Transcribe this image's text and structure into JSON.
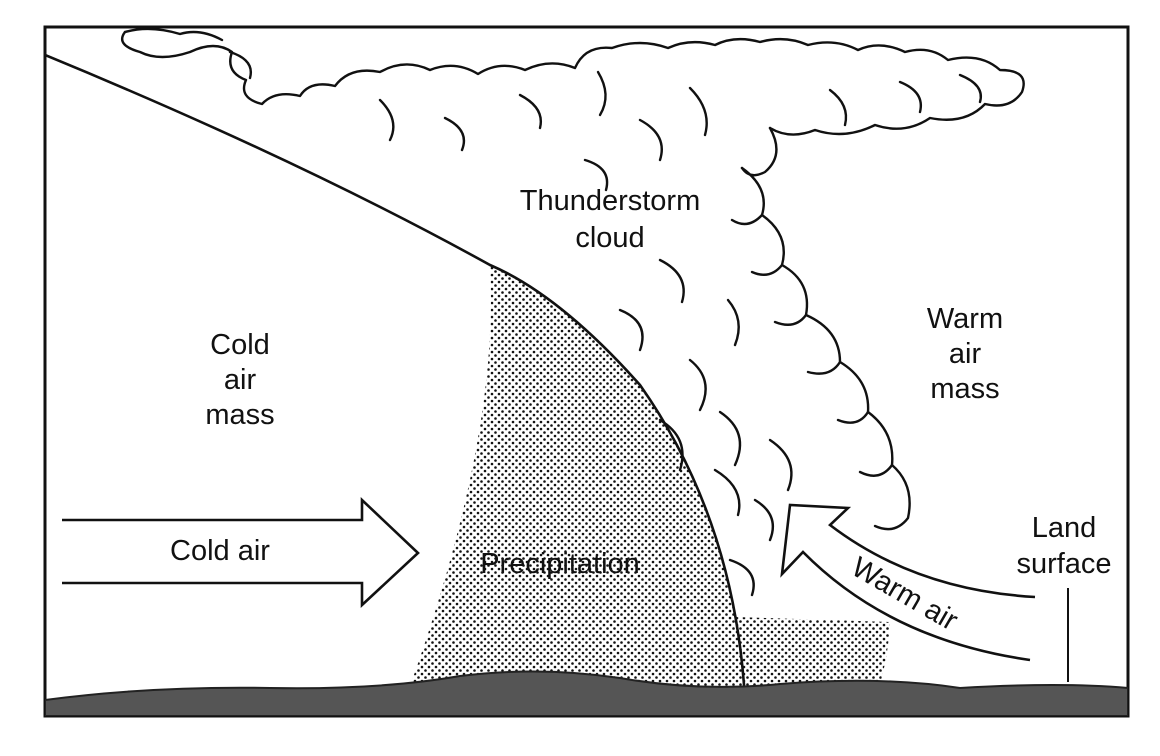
{
  "diagram": {
    "labels": {
      "thunderstorm_line1": "Thunderstorm",
      "thunderstorm_line2": "cloud",
      "cold_mass_line1": "Cold",
      "cold_mass_line2": "air",
      "cold_mass_line3": "mass",
      "warm_mass_line1": "Warm",
      "warm_mass_line2": "air",
      "warm_mass_line3": "mass",
      "cold_air": "Cold air",
      "precipitation": "Precipitation",
      "warm_air": "Warm air",
      "land_line1": "Land",
      "land_line2": "surface"
    }
  }
}
